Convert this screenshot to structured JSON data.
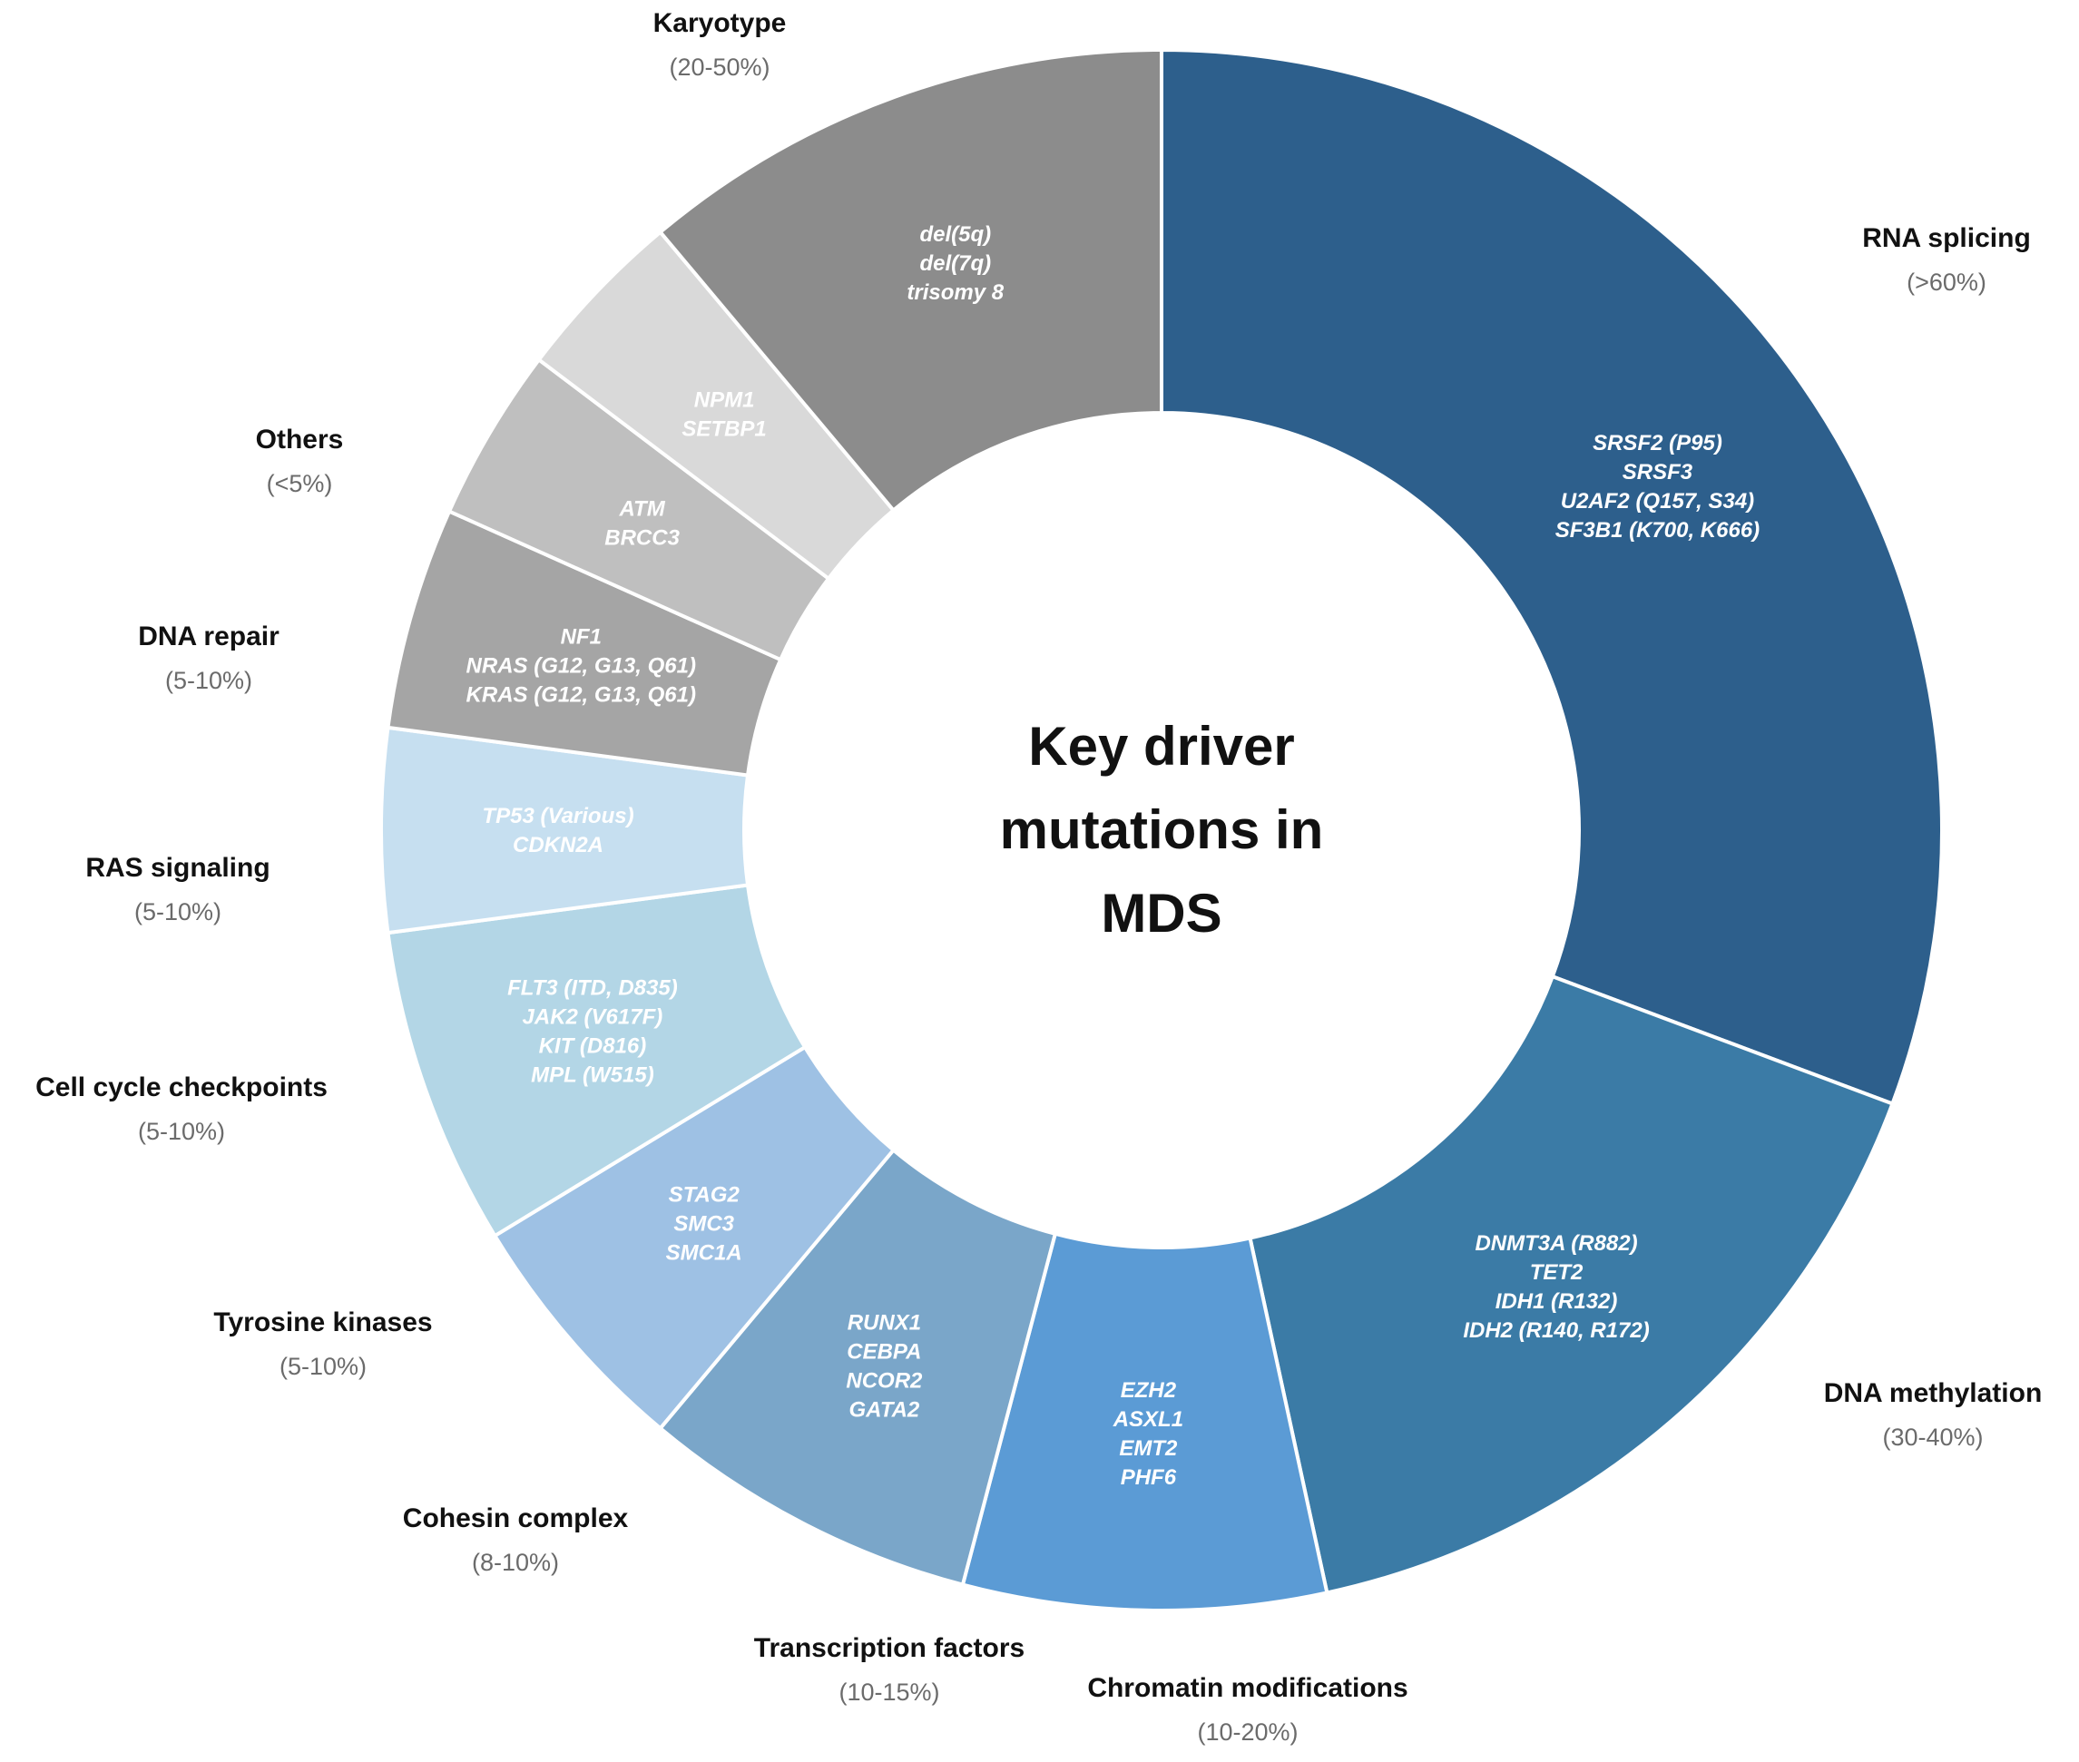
{
  "chart_data": {
    "type": "pie",
    "center_title": [
      "Key driver",
      "mutations in",
      "MDS"
    ],
    "slices": [
      {
        "category": "RNA splicing",
        "range": "(>60%)",
        "genes": [
          "SRSF2 (P95)",
          "SRSF3",
          "U2AF2 (Q157, S34)",
          "SF3B1 (K700, K666)"
        ],
        "value": 30.7,
        "color": "#2d5f8c",
        "gene_color": "#ffffff"
      },
      {
        "category": "DNA methylation",
        "range": "(30-40%)",
        "genes": [
          "DNMT3A (R882)",
          "TET2",
          "IDH1 (R132)",
          "IDH2 (R140, R172)"
        ],
        "value": 15.9,
        "color": "#3b7ba6",
        "gene_color": "#ffffff"
      },
      {
        "category": "Chromatin modifications",
        "range": "(10-20%)",
        "genes": [
          "EZH2",
          "ASXL1",
          "EMT2",
          "PHF6"
        ],
        "value": 7.5,
        "color": "#5b9bd5",
        "gene_color": "#ffffff"
      },
      {
        "category": "Transcription factors",
        "range": "(10-15%)",
        "genes": [
          "RUNX1",
          "CEBPA",
          "NCOR2",
          "GATA2"
        ],
        "value": 7.0,
        "color": "#7aa6c9",
        "gene_color": "#ffffff"
      },
      {
        "category": "Cohesin complex",
        "range": "(8-10%)",
        "genes": [
          "STAG2",
          "SMC3",
          "SMC1A"
        ],
        "value": 5.2,
        "color": "#9ec1e4",
        "gene_color": "#ffffff"
      },
      {
        "category": "Tyrosine kinases",
        "range": "(5-10%)",
        "genes": [
          "FLT3 (ITD, D835)",
          "JAK2 (V617F)",
          "KIT (D816)",
          "MPL (W515)"
        ],
        "value": 6.6,
        "color": "#b3d6e6",
        "gene_color": "#ffffff"
      },
      {
        "category": "Cell cycle checkpoints",
        "range": "(5-10%)",
        "genes": [
          "TP53 (Various)",
          "CDKN2A"
        ],
        "value": 4.2,
        "color": "#c6dff0",
        "gene_color": "#ffffff"
      },
      {
        "category": "RAS signaling",
        "range": "(5-10%)",
        "genes": [
          "NF1",
          "NRAS (G12, G13, Q61)",
          "KRAS (G12, G13, Q61)"
        ],
        "value": 4.6,
        "color": "#a5a5a5",
        "gene_color": "#ffffff"
      },
      {
        "category": "DNA repair",
        "range": "(5-10%)",
        "genes": [
          "ATM",
          "BRCC3"
        ],
        "value": 3.6,
        "color": "#bfbfbf",
        "gene_color": "#ffffff"
      },
      {
        "category": "Others",
        "range": "(<5%)",
        "genes": [
          "NPM1",
          "SETBP1"
        ],
        "value": 3.6,
        "color": "#d9d9d9",
        "gene_color": "#ffffff"
      },
      {
        "category": "Karyotype",
        "range": "(20-50%)",
        "genes": [
          "del(5q)",
          "del(7q)",
          "trisomy 8"
        ],
        "value": 11.1,
        "color": "#8c8c8c",
        "gene_color": "#ffffff"
      }
    ]
  }
}
